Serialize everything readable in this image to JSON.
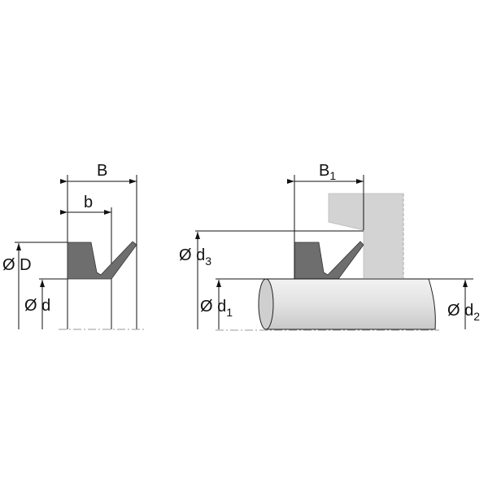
{
  "labels": {
    "B": "B",
    "b": "b",
    "D": "Ø D",
    "d": "Ø d",
    "B1_main": "B",
    "B1_sub": "1",
    "d3_main": "Ø d",
    "d3_sub": "3",
    "d1_main": "Ø d",
    "d1_sub": "1",
    "d2_main": "Ø d",
    "d2_sub": "2"
  },
  "colors": {
    "seal": "#6e6e6e",
    "housing": "#d3d3d3",
    "shaft": "#dcdcdc",
    "line": "#111111"
  }
}
